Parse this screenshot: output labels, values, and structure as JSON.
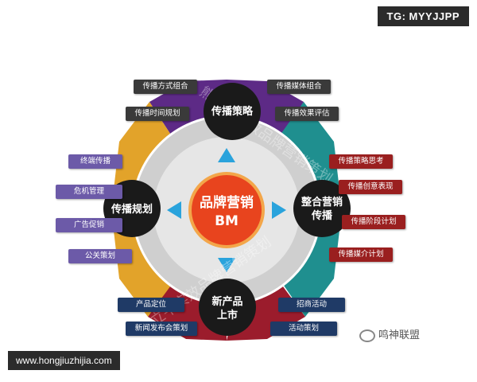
{
  "corner_tag": "TG: MYYJJPP",
  "bottom_url": "www.hongjiuzhijia.com",
  "wechat_label": "鸣神联盟",
  "watermarks": [
    "熊立平实效品牌营销策划",
    "熊立平实效品牌营销策划"
  ],
  "center": {
    "line1": "品牌营销",
    "line2": "BM"
  },
  "nodes": {
    "top": "传播策略",
    "left": "传播规划",
    "right": [
      "整合营销",
      "传播"
    ],
    "bottom": [
      "新产品",
      "上市"
    ]
  },
  "labels": {
    "top_left": [
      "传播方式组合",
      "传播时间规划"
    ],
    "top_right": [
      "传播媒体组合",
      "传播效果评估"
    ],
    "left": [
      "终端传播",
      "危机管理",
      "广告促销",
      "公关策划"
    ],
    "right": [
      "传播策略思考",
      "传播创意表现",
      "传播阶段计划",
      "传播媒介计划"
    ],
    "bottom_left": [
      "产品定位",
      "新闻发布会策划"
    ],
    "bottom_right": [
      "招商活动",
      "活动策划"
    ]
  },
  "colors": {
    "top_sector": "#5d2a86",
    "right_sector": "#1f8f8f",
    "bottom_sector": "#9b1c2c",
    "left_sector": "#e2a32a",
    "node": "#1a1a1a",
    "center": "#e8441e",
    "arrow": "#2aa3dc"
  }
}
